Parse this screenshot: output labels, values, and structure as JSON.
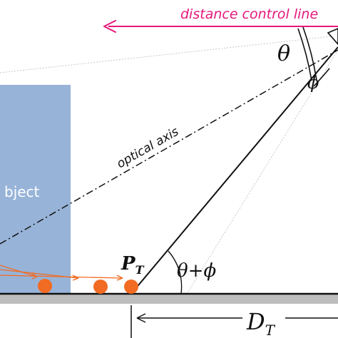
{
  "labels": {
    "distance_control_line": "distance control line",
    "theta": "θ",
    "phi": "ϕ",
    "optical_axis": "optical axis",
    "object": "bject",
    "point_label": "P",
    "point_sub": "T",
    "angle_sum": "θ+ϕ",
    "distance": "D",
    "distance_sub": "T"
  },
  "colors": {
    "magenta": "#e5177b",
    "object_fill": "#97b3d8",
    "ground": "#bdbdbd",
    "dot": "#f26b22",
    "line": "#111111",
    "faint": "#c8c8c8"
  }
}
